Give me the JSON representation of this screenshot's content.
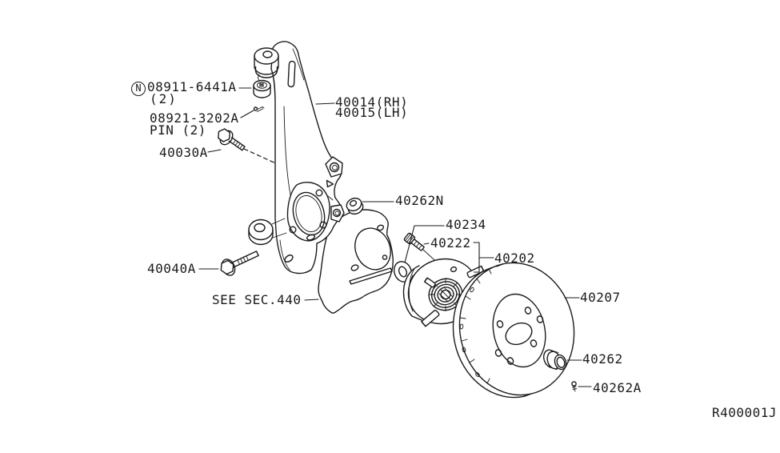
{
  "colors": {
    "line": "#1b1b1b",
    "background": "#ffffff"
  },
  "labels": {
    "circled_n": "N",
    "nut_part": "08911-6441A",
    "nut_qty": "(2)",
    "pin_part": "08921-3202A",
    "pin_note": "PIN (2)",
    "kingpin_bolt": "40030A",
    "knuckle_rh": "40014(RH)",
    "knuckle_lh": "40015(LH)",
    "arm_bolt": "40040A",
    "see_section": "SEE SEC.440",
    "shield_nut": "40262N",
    "snap_ring": "40234",
    "wheel_stud": "40222",
    "hub_assembly": "40202",
    "rotor": "40207",
    "hub_cap": "40262",
    "cap_screw": "40262A",
    "drawing_ref": "R400001J"
  }
}
